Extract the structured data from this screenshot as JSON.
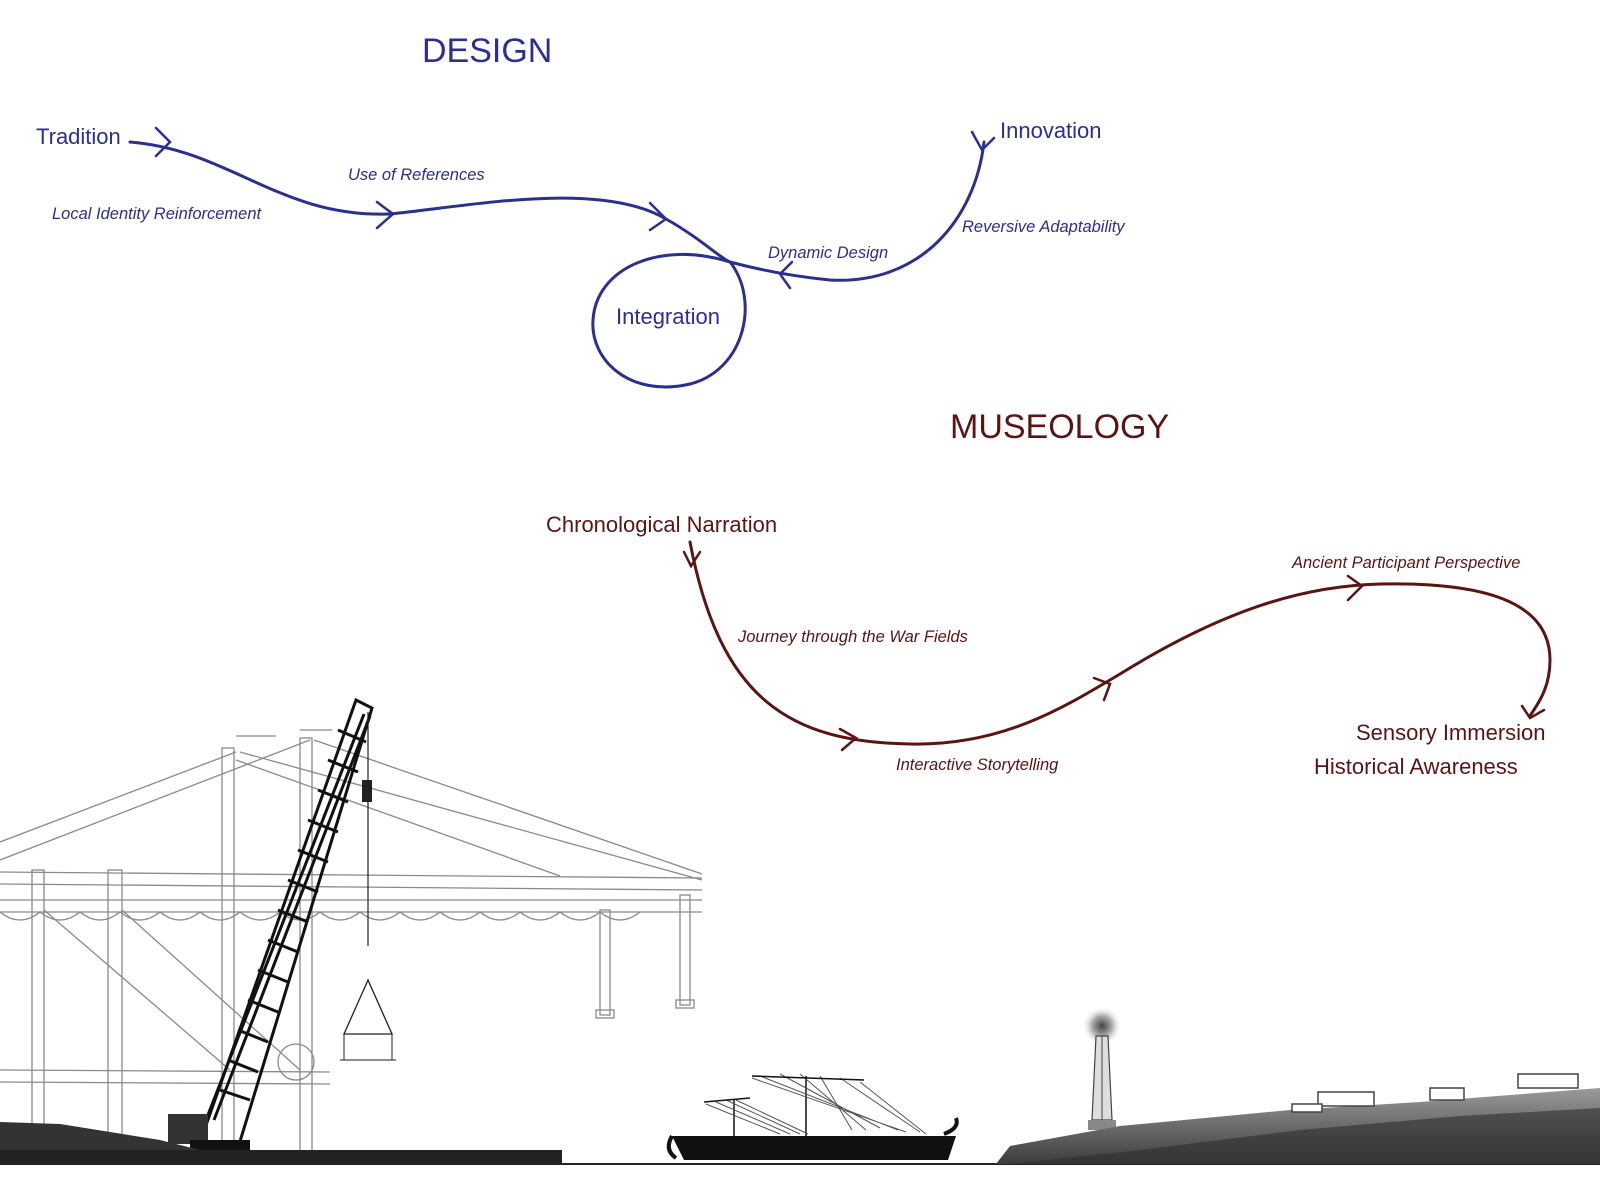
{
  "design": {
    "title": "DESIGN",
    "color": "#2b2f8f",
    "nodes": {
      "tradition": "Tradition",
      "innovation": "Innovation",
      "integration": "Integration"
    },
    "labels": {
      "use_of_references": "Use of References",
      "local_identity": "Local Identity Reinforcement",
      "dynamic_design": "Dynamic Design",
      "reversive_adaptability": "Reversive Adaptability"
    }
  },
  "museology": {
    "title": "MUSEOLOGY",
    "color": "#5a1414",
    "nodes": {
      "chronological": "Chronological Narration",
      "sensory": "Sensory Immersion",
      "historical": "Historical Awareness"
    },
    "labels": {
      "journey": "Journey through the War Fields",
      "interactive": "Interactive Storytelling",
      "ancient": "Ancient Participant Perspective"
    }
  },
  "illustration": {
    "elements": [
      "container-crane",
      "crawler-crane",
      "ancient-trireme",
      "lighthouse",
      "hillside-buildings"
    ]
  }
}
